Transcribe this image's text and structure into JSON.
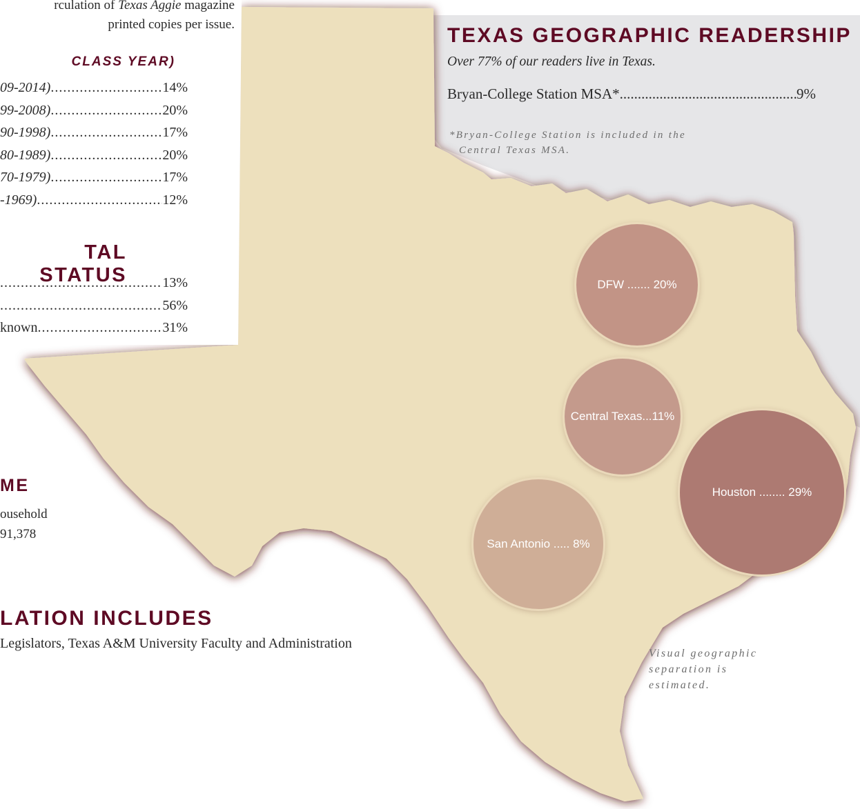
{
  "left_panel": {
    "intro_line1_pre": "rculation of ",
    "intro_line1_em": "Texas Aggie",
    "intro_line1_post": " magazine",
    "intro_line2": "printed copies per issue.",
    "class_heading": "CLASS YEAR)",
    "class_rows": [
      {
        "label": "09-2014)",
        "value": "14%"
      },
      {
        "label": "99-2008)",
        "value": "20%"
      },
      {
        "label": "90-1998)",
        "value": "17%"
      },
      {
        "label": "80-1989)",
        "value": "20%"
      },
      {
        "label": "70-1979)",
        "value": "17%"
      },
      {
        "label": "-1969)",
        "value": "12%"
      }
    ],
    "marital_heading": "TAL STATUS",
    "marital_rows": [
      {
        "label": "",
        "value": "13%"
      },
      {
        "label": "",
        "value": "56%"
      },
      {
        "label": "known",
        "value": "31%"
      }
    ]
  },
  "geo_panel": {
    "heading": "TEXAS GEOGRAPHIC READERSHIP",
    "subheading": "Over 77% of our readers live in Texas.",
    "row_label": "Bryan-College Station MSA*",
    "row_value": "9%",
    "note_line1": "*Bryan-College Station is included in the",
    "note_line2": "Central Texas MSA."
  },
  "income": {
    "heading": "ME",
    "line1": "ousehold",
    "line2": "91,378"
  },
  "circulation": {
    "heading": "LATION INCLUDES",
    "text": "Legislators, Texas A&M University Faculty and Administration"
  },
  "visual_note": {
    "line1": "Visual geographic",
    "line2": "separation is",
    "line3": "estimated."
  },
  "bubbles": [
    {
      "label": "DFW ....... 20%",
      "percent": 20,
      "color": "#c29486"
    },
    {
      "label": "Central Texas...11%",
      "percent": 11,
      "color": "#c49a8c"
    },
    {
      "label": "Houston ........ 29%",
      "percent": 29,
      "color": "#ad7a72"
    },
    {
      "label": "San Antonio ..... 8%",
      "percent": 8,
      "color": "#cfae97"
    }
  ],
  "colors": {
    "maroon": "#5e0a24",
    "map_fill": "#ede0bd",
    "panel_grey": "#e6e6e8"
  }
}
